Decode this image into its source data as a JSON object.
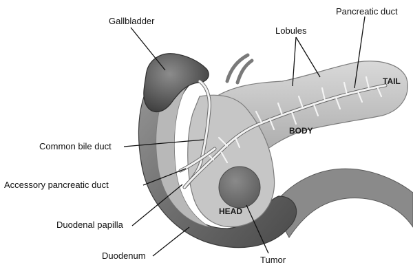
{
  "labels": {
    "gallbladder": "Gallbladder",
    "pancreatic_duct": "Pancreatic duct",
    "lobules": "Lobules",
    "tail": "TAIL",
    "body": "BODY",
    "head": "HEAD",
    "common_bile_duct": "Common bile duct",
    "accessory_pancreatic_duct": "Accessory pancreatic duct",
    "duodenal_papilla": "Duodenal papilla",
    "duodenum": "Duodenum",
    "tumor": "Tumor"
  }
}
